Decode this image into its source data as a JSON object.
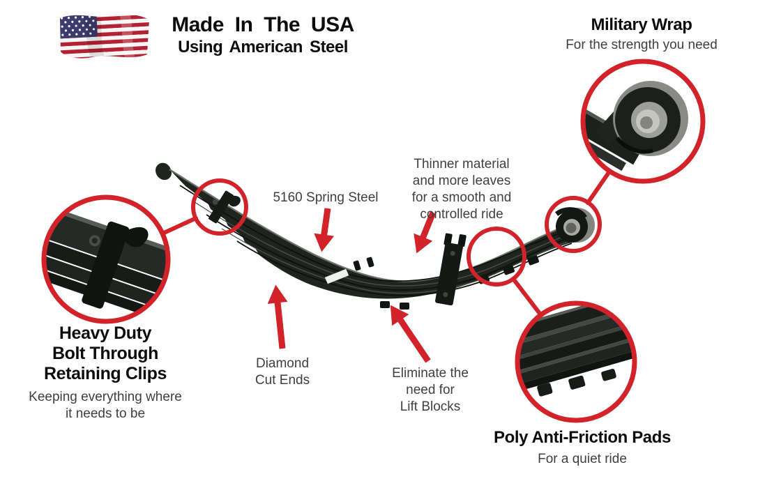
{
  "header": {
    "brand_title": "Made In The USA",
    "brand_subtitle": "Using American Steel"
  },
  "callouts": {
    "military_wrap": {
      "title": "Military Wrap",
      "subtitle": "For the strength you need"
    },
    "retaining_clips": {
      "title_lines": [
        "Heavy Duty",
        "Bolt Through",
        "Retaining Clips"
      ],
      "subtitle_lines": [
        "Keeping everything where",
        "it needs to be"
      ]
    },
    "spring_steel": {
      "label": "5160 Spring Steel"
    },
    "thinner_material": {
      "lines": [
        "Thinner material",
        "and more leaves",
        "for a smooth and",
        "controlled ride"
      ]
    },
    "diamond_cut": {
      "lines": [
        "Diamond",
        "Cut Ends"
      ]
    },
    "lift_blocks": {
      "lines": [
        "Eliminate the",
        "need for",
        "Lift Blocks"
      ]
    },
    "poly_pads": {
      "title": "Poly Anti-Friction Pads",
      "subtitle": "For a quiet ride"
    }
  },
  "icons": {
    "flag": "us-flag-icon",
    "magnifiers": [
      "military-wrap-magnifier",
      "retaining-clip-magnifier",
      "poly-pads-magnifier"
    ]
  },
  "colors": {
    "accent_red": "#d2232a",
    "heading_text": "#0d0d0d",
    "body_text": "#3f3f3f",
    "spring_black": "#20241f",
    "flag_red": "#b22234",
    "flag_blue": "#3c3b6e"
  }
}
